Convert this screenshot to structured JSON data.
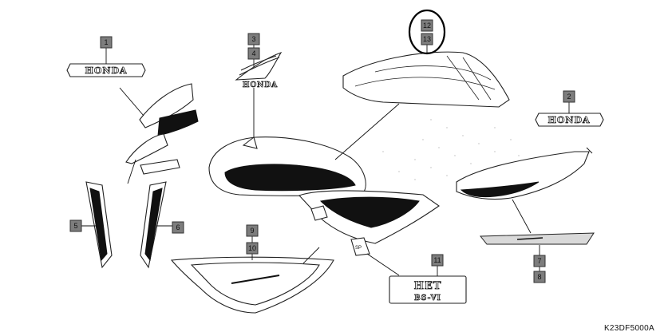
{
  "callouts": [
    {
      "id": "c1",
      "text": "1"
    },
    {
      "id": "c2",
      "text": "2"
    },
    {
      "id": "c3",
      "text": "3"
    },
    {
      "id": "c4",
      "text": "4"
    },
    {
      "id": "c5",
      "text": "5"
    },
    {
      "id": "c6",
      "text": "6"
    },
    {
      "id": "c7",
      "text": "7"
    },
    {
      "id": "c8",
      "text": "8"
    },
    {
      "id": "c9",
      "text": "9"
    },
    {
      "id": "c10",
      "text": "10"
    },
    {
      "id": "c11",
      "text": "11"
    },
    {
      "id": "c12",
      "text": "12"
    },
    {
      "id": "c13",
      "text": "13"
    }
  ],
  "emblems": {
    "honda_left": "HONDA",
    "honda_right": "HONDA",
    "honda_wing": "HONDA",
    "hets_top": "HET",
    "hets_bottom": "BS-VI",
    "tank_side": "SP"
  },
  "diagram_code": "K23DF5000A",
  "highlight_color": "#000000",
  "label_fill_color": "#7d7d7d"
}
